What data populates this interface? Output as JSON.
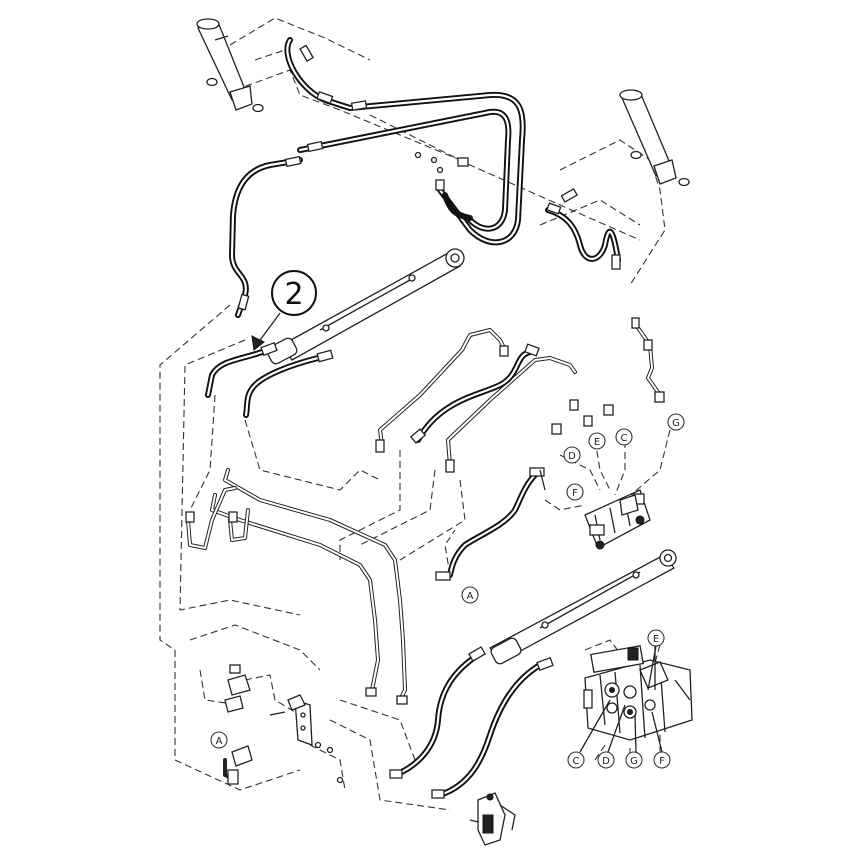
{
  "diagram": {
    "item_number": "2",
    "port_callouts_upper": [
      "D",
      "E",
      "C",
      "G",
      "F",
      "A"
    ],
    "port_callouts_valve": [
      "E",
      "C",
      "D",
      "G",
      "F"
    ],
    "port_callout_lower_left": "A"
  }
}
